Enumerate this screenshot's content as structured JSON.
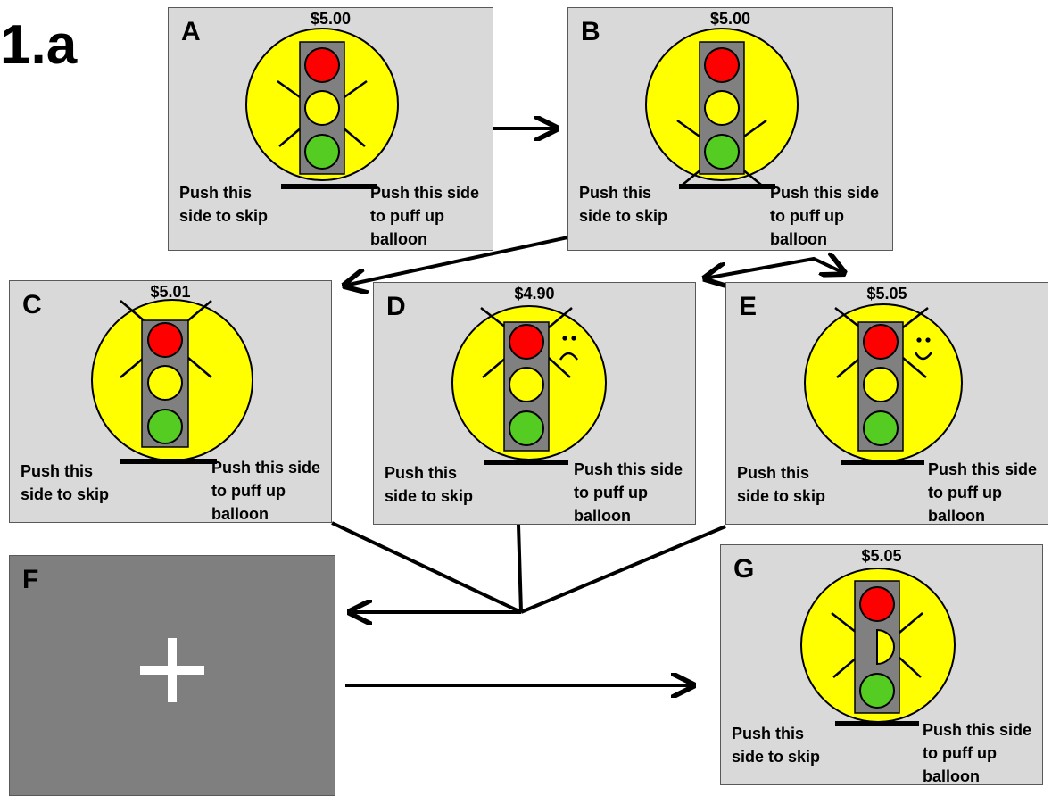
{
  "figure_label": "1.a",
  "panels": {
    "A": {
      "letter": "A",
      "amount": "$5.00",
      "skip": "Push this\nside to skip",
      "puff": "Push this side\nto puff up\nballoon"
    },
    "B": {
      "letter": "B",
      "amount": "$5.00",
      "skip": "Push this\nside to skip",
      "puff": "Push this side\nto puff up\nballoon"
    },
    "C": {
      "letter": "C",
      "amount": "$5.01",
      "skip": "Push this\nside to skip",
      "puff": "Push this side\nto puff up\nballoon"
    },
    "D": {
      "letter": "D",
      "amount": "$4.90",
      "skip": "Push this\nside to skip",
      "puff": "Push this side\nto puff up\nballoon"
    },
    "E": {
      "letter": "E",
      "amount": "$5.05",
      "skip": "Push this\nside to skip",
      "puff": "Push this side\nto puff up\nballoon"
    },
    "F": {
      "letter": "F"
    },
    "G": {
      "letter": "G",
      "amount": "$5.05",
      "skip": "Push this\nside to skip",
      "puff": "Push this side\nto puff up\nballoon"
    }
  },
  "colors": {
    "panel_bg": "#d9d9d9",
    "fixation_bg": "#7f7f7f",
    "balloon": "#ffff00",
    "light_red": "#ff0000",
    "light_yellow": "#ffff00",
    "light_green": "#55cc22",
    "housing": "#808080"
  }
}
